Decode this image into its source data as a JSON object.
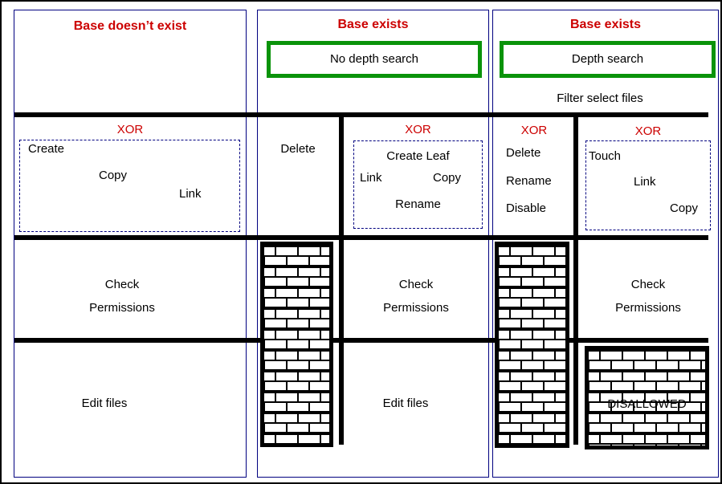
{
  "columns": {
    "no_base": {
      "title": "Base doesn’t exist",
      "xor": "XOR",
      "create": "Create",
      "copy": "Copy",
      "link": "Link",
      "check": "Check Permissions",
      "edit": "Edit files"
    },
    "no_depth": {
      "title": "Base exists",
      "search": "No depth search",
      "delete": "Delete",
      "xor": "XOR",
      "create_leaf": "Create Leaf",
      "link": "Link",
      "copy": "Copy",
      "rename": "Rename",
      "check": "Check Permissions",
      "edit": "Edit files"
    },
    "depth": {
      "title": "Base exists",
      "search": "Depth search",
      "filter": "Filter select files",
      "xor_left": "XOR",
      "delete": "Delete",
      "rename": "Rename",
      "disable": "Disable",
      "xor_right": "XOR",
      "touch": "Touch",
      "link": "Link",
      "copy": "Copy",
      "check": "Check Permissions",
      "disallowed": "DISALLOWED"
    }
  },
  "colors": {
    "heading_red": "#cc0000",
    "highlight_green": "#0a930a",
    "frame_navy": "#000080",
    "line_black": "#000000"
  }
}
